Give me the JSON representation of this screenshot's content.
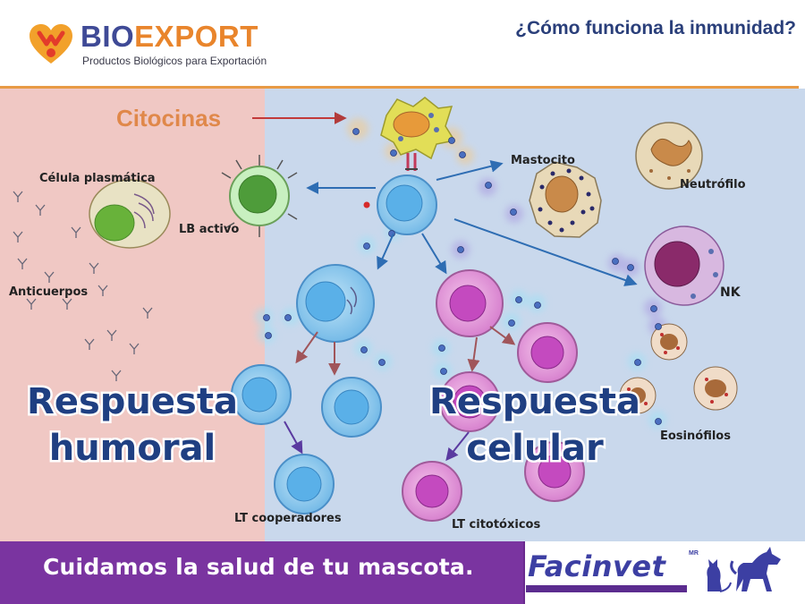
{
  "header": {
    "brand_bio": "BIO",
    "brand_export": "EXPORT",
    "tagline": "Productos Biológicos para Exportación",
    "question": "¿Cómo funciona la inmunidad?"
  },
  "diagram": {
    "citocinas": "Citocinas",
    "celula_plasmatica": "Célula plasmática",
    "lb_activo": "LB activo",
    "anticuerpos": "Anticuerpos",
    "mastocito": "Mastocito",
    "neutrofilo": "Neutrófilo",
    "nk": "NK",
    "eosinofilos": "Eosinófilos",
    "respuesta_humoral_1": "Respuesta",
    "respuesta_humoral_2": "humoral",
    "respuesta_celular_1": "Respuesta",
    "respuesta_celular_2": "celular",
    "lt_cooperadores": "LT cooperadores",
    "lt_citotoxicos": "LT citotóxicos"
  },
  "footer": {
    "slogan": "Cuidamos la salud de tu mascota.",
    "brand": "Facinvet",
    "mr": "MR"
  },
  "colors": {
    "humoral_panel": "#f0c8c4",
    "celular_panel": "#c9d8ec",
    "footer_purple": "#7a34a0",
    "orange_accent": "#e89a45",
    "brand_blue": "#3f4a96"
  }
}
